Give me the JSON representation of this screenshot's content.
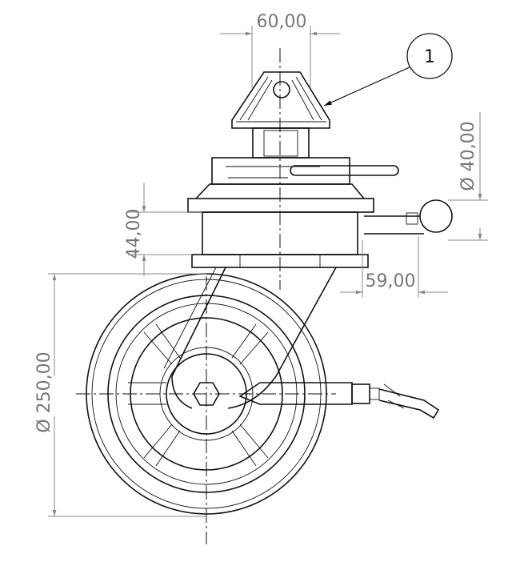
{
  "drawing": {
    "title": "Swivel caster with brake",
    "dimensions": {
      "top_width": "60,00",
      "pin_diameter": "Ø 40,00",
      "housing_height": "44,00",
      "pin_offset": "59,00",
      "wheel_diameter": "Ø 250,00"
    },
    "balloon": "1"
  }
}
